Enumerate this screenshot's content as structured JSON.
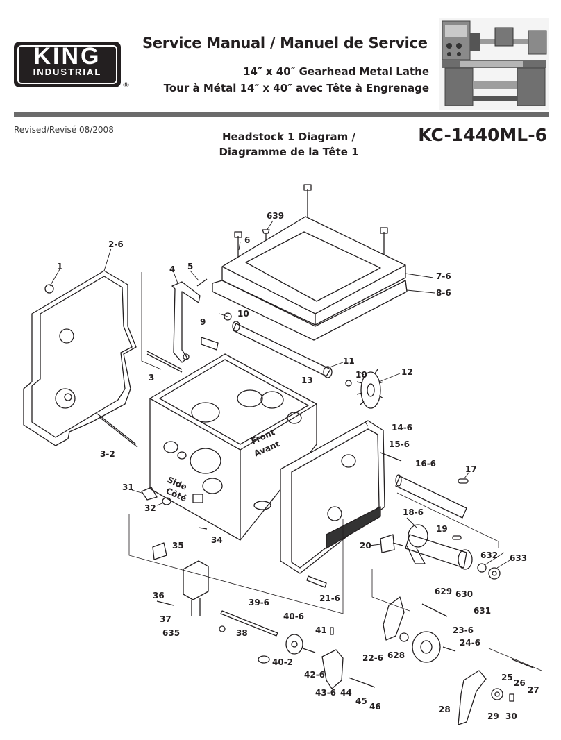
{
  "brand": {
    "name": "KING",
    "subtitle": "INDUSTRIAL",
    "registered_mark": "®"
  },
  "header": {
    "title": "Service Manual / Manuel de Service",
    "subtitle_en": "14″ x 40″ Gearhead Metal Lathe",
    "subtitle_fr": "Tour à Métal 14″ x 40″ avec Tête à Engrenage"
  },
  "revision": "Revised/Revisé 08/2008",
  "diagram_title": {
    "line1": "Headstock 1 Diagram /",
    "line2": "Diagramme de la Tête 1"
  },
  "model_number": "KC-1440ML-6",
  "housing_labels": {
    "front": "Front",
    "avant": "Avant",
    "side": "Side",
    "cote": "Côté"
  },
  "parts": {
    "p639": "639",
    "p6": "6",
    "p2_6": "2-6",
    "p1": "1",
    "p4": "4",
    "p5": "5",
    "p7_6": "7-6",
    "p8_6": "8-6",
    "p10a": "10",
    "p9": "9",
    "p3": "3",
    "p11": "11",
    "p10b": "10",
    "p12": "12",
    "p13": "13",
    "p14_6": "14-6",
    "p15_6": "15-6",
    "p3_2": "3-2",
    "p16_6": "16-6",
    "p17": "17",
    "p31": "31",
    "p32": "32",
    "p34": "34",
    "p18_6": "18-6",
    "p19": "19",
    "p35": "35",
    "p20": "20",
    "p632": "632",
    "p633": "633",
    "p36": "36",
    "p21_6": "21-6",
    "p629": "629",
    "p630": "630",
    "p631": "631",
    "p37": "37",
    "p39_6": "39-6",
    "p635": "635",
    "p38": "38",
    "p40_6": "40-6",
    "p41": "41",
    "p23_6": "23-6",
    "p24_6": "24-6",
    "p22_6": "22-6",
    "p628": "628",
    "p40_2": "40-2",
    "p42_6": "42-6",
    "p25": "25",
    "p26": "26",
    "p27": "27",
    "p43_6": "43-6",
    "p44": "44",
    "p45": "45",
    "p46": "46",
    "p28": "28",
    "p29": "29",
    "p30": "30"
  }
}
